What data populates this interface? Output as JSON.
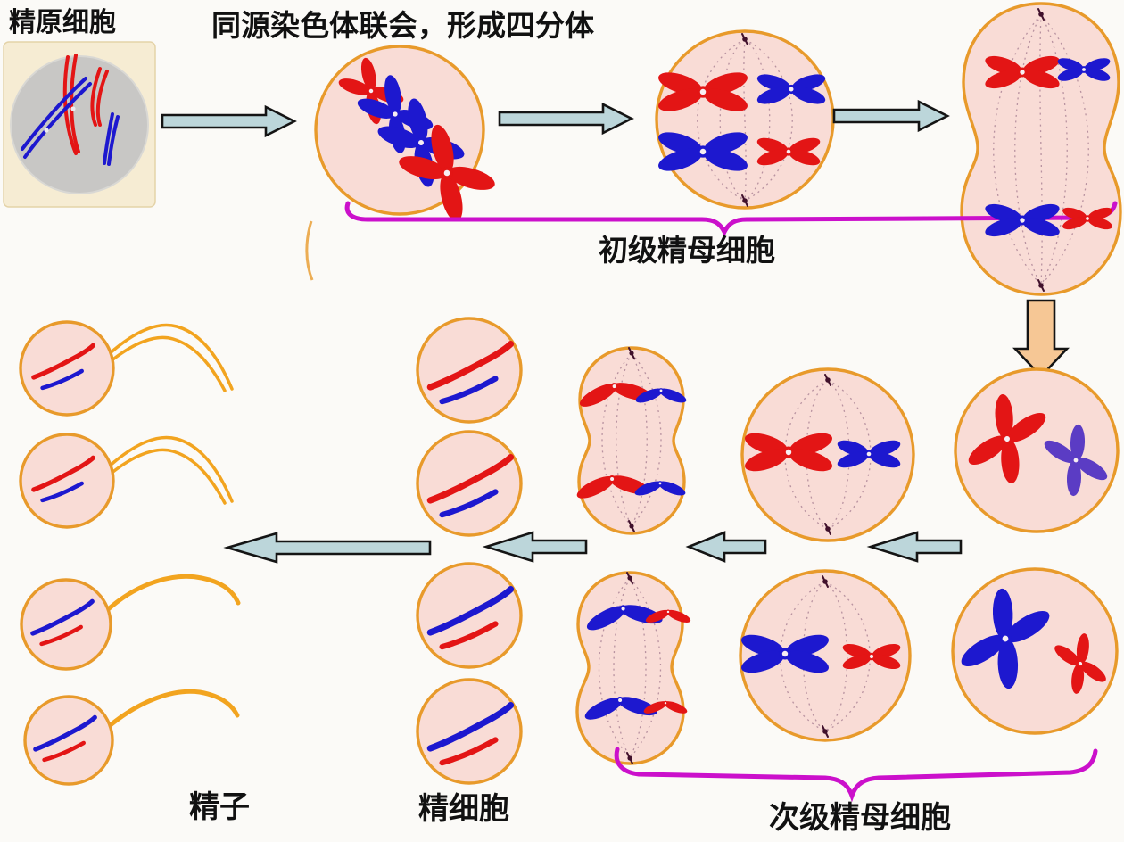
{
  "labels": {
    "spermatogonium": "精原细胞",
    "synapsis": "同源染色体联会，形成四分体",
    "primary_spermatocyte": "初级精母细胞",
    "secondary_spermatocyte": "次级精母细胞",
    "spermatid": "精细胞",
    "sperm": "精子"
  },
  "colors": {
    "red_chromosome": "#e31515",
    "blue_chromosome": "#1d18cf",
    "violet_chromosome": "#5b3cc4",
    "cell_fill": "#f9dcd6",
    "cell_border": "#e89a2b",
    "gray_cell_fill": "#c8c7c5",
    "beige_background": "#f6ecd3",
    "arrow_fill": "#bcd6da",
    "down_arrow_fill": "#f6c795",
    "brace": "#cb10cb",
    "sperm_tail": "#f2a41f",
    "text": "#111111",
    "background": "#fbfaf7"
  },
  "icons": {
    "arrow_right": "right-pointing outlined block arrow",
    "arrow_left": "left-pointing outlined block arrow",
    "arrow_down": "down-pointing outlined block arrow",
    "brace": "magenta curly brace"
  }
}
